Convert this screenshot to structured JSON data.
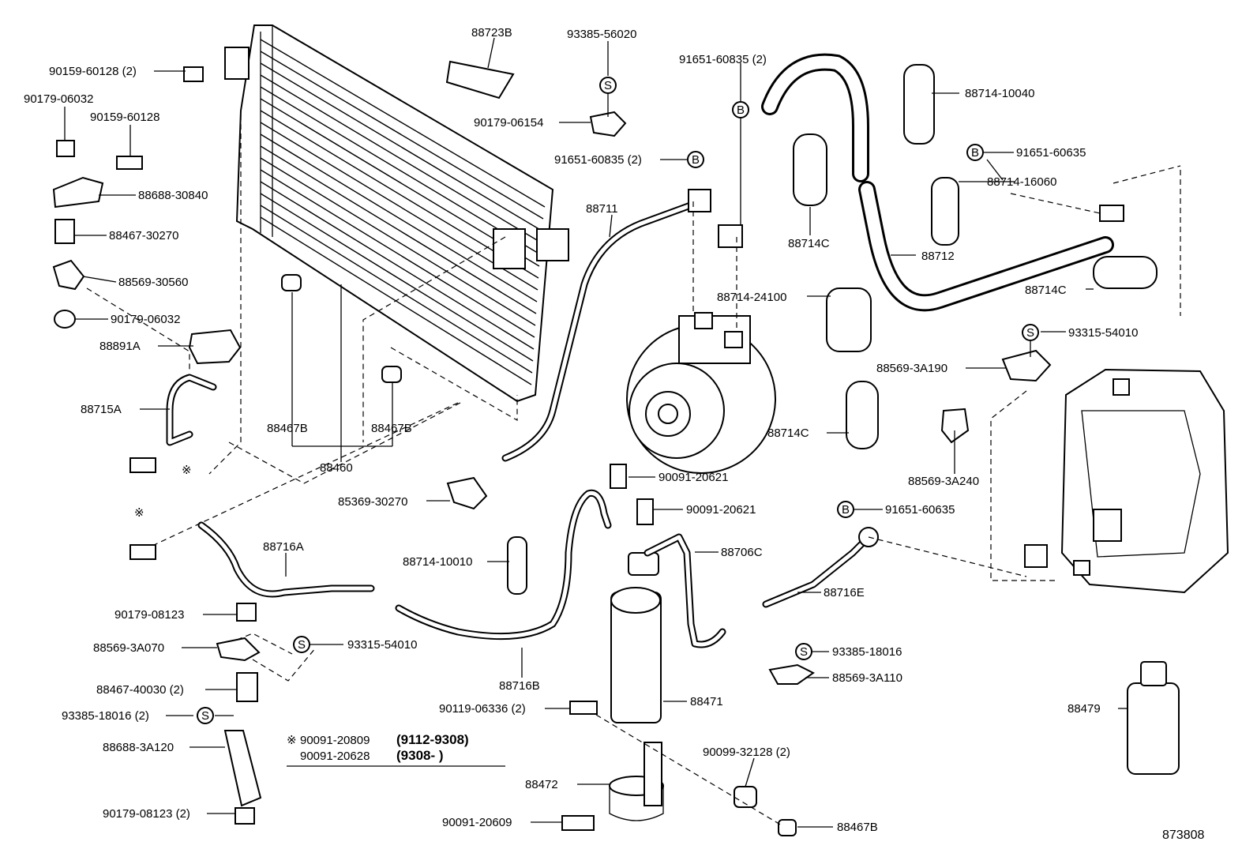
{
  "diagram_id": "873808",
  "callouts": {
    "c_88723B": "88723B",
    "c_93385_56020": "93385-56020",
    "c_90179_06154": "90179-06154",
    "c_91651_60835_2a": "91651-60835 (2)",
    "c_91651_60835_2b": "91651-60835 (2)",
    "c_88711": "88711",
    "c_88714_10040": "88714-10040",
    "c_91651_60635a": "91651-60635",
    "c_88714_16060": "88714-16060",
    "c_88714C_a": "88714C",
    "c_88712": "88712",
    "c_88714C_b": "88714C",
    "c_88714_24100": "88714-24100",
    "c_93315_54010a": "93315-54010",
    "c_88569_3A190": "88569-3A190",
    "c_88714C_c": "88714C",
    "c_88569_3A240": "88569-3A240",
    "c_91651_60635b": "91651-60635",
    "c_90159_60128_2": "90159-60128 (2)",
    "c_90179_06032a": "90179-06032",
    "c_90159_60128": "90159-60128",
    "c_88688_30840": "88688-30840",
    "c_88467_30270": "88467-30270",
    "c_88569_30560": "88569-30560",
    "c_90179_06032b": "90179-06032",
    "c_88891A": "88891A",
    "c_88715A": "88715A",
    "c_88467B_a": "88467B",
    "c_88467B_b": "88467B",
    "c_88460": "88460",
    "c_85369_30270": "85369-30270",
    "c_90091_20621a": "90091-20621",
    "c_90091_20621b": "90091-20621",
    "c_88706C": "88706C",
    "c_88716A": "88716A",
    "c_88714_10010": "88714-10010",
    "c_88716E": "88716E",
    "c_90179_08123": "90179-08123",
    "c_88569_3A070": "88569-3A070",
    "c_93315_54010b": "93315-54010",
    "c_88716B": "88716B",
    "c_93385_18016": "93385-18016",
    "c_88569_3A110": "88569-3A110",
    "c_88467_40030_2": "88467-40030 (2)",
    "c_90119_06336_2": "90119-06336 (2)",
    "c_88471": "88471",
    "c_88479": "88479",
    "c_93385_18016_2": "93385-18016 (2)",
    "c_88688_3A120": "88688-3A120",
    "c_88472": "88472",
    "c_90099_32128_2": "90099-32128 (2)",
    "c_90179_08123_2": "90179-08123 (2)",
    "c_90091_20609": "90091-20609",
    "c_88467B_c": "88467B"
  },
  "note": {
    "mark": "※",
    "row1_part": "90091-20809",
    "row1_range": "(9112-9308)",
    "row2_part": "90091-20628",
    "row2_range": "(9308-        )"
  },
  "symbols": {
    "s": "S",
    "b": "B",
    "ref": "※"
  }
}
